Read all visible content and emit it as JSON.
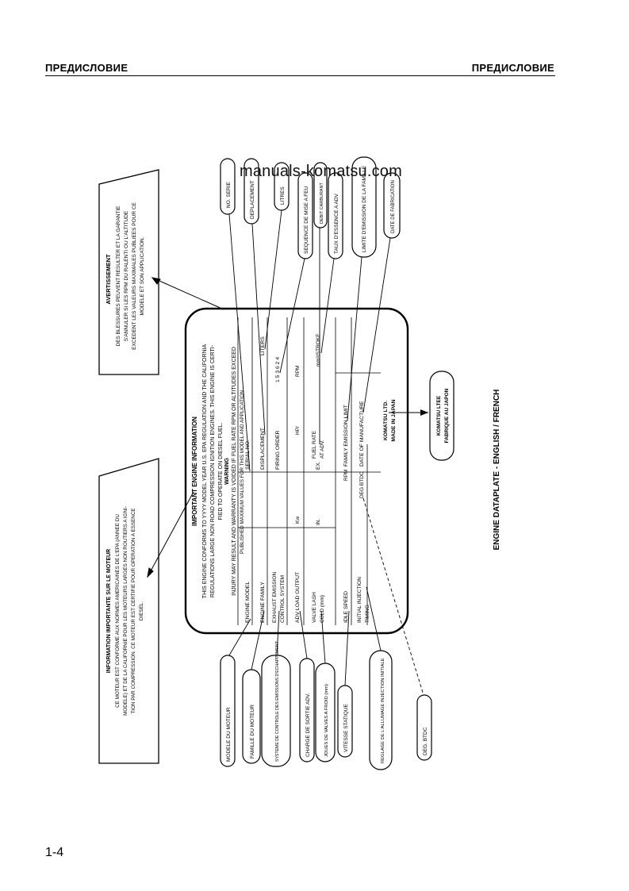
{
  "header": {
    "left": "ПРЕДИСЛОВИЕ",
    "right": "ПРЕДИСЛОВИЕ"
  },
  "watermark": "manuals-komatsu.com",
  "page_number": "1-4",
  "figure_caption": "ENGINE DATAPLATE - ENGLISH / FRENCH",
  "avertissement": {
    "title": "AVERTISSEMENT",
    "lines": [
      "DES BLESSURES PEUVENT RESULTER ET LA GARANTIE",
      "S'ANNULER SI LES RPM DU RALENTI OU L'ALTITUDE",
      "EXCEDENT LES VALEURS MAXIMALES PUBLIEES POUR CE",
      "MODELE ET SON APPLICATION."
    ]
  },
  "information": {
    "title": "INFORMATION IMPORTANTE SUR LE MOTEUR",
    "lines": [
      "CE MOTEUR EST CONFORME AUX NORMES AMERICAINES DE L'EPA (ANNEE DU",
      "MODELE) ET DE LA CALIFORNIE POUR LES MOTEURS LARGES NON ROUTIERS A IGNI-",
      "TION PAR COMPRESSION. CE MOTEUR EST CERTIFIE POUR OPERATION A ESSENCE",
      "DIESEL."
    ]
  },
  "plate": {
    "title": "IMPORTANT ENGINE INFORMATION",
    "intro": [
      "THIS ENGINE CONFORMS TO YYYY MODEL YEAR U.S. EPA REGULATION AND THE CALIFORNIA",
      "REGULATIONS LARGE NON ROAD COMPRESSION IGNITION ENGINES. THIS ENGINE IS CERTI-",
      "FIED TO OPERATE ON DIESEL FUEL."
    ],
    "warning_title": "WARNING",
    "warning": [
      "INJURY MAY RESULT AND WARRANTY IS VOIDED IF FUEL RATE RPM OR ALTITUDES EXCEED",
      "PUBLISHED MAXIMUM VALUES FOR THIS MODEL AND APPLICATION."
    ],
    "fields": {
      "engine_model": "ENGINE MODEL",
      "serial_no": "SERIAL NO.",
      "engine_family": "ENGINE FAMILY",
      "displacement": "DISPLACEMENT",
      "liters": "LITERS",
      "exhaust_emission": "EXHAUST EMISSION",
      "control_system": "CONTROL SYSTEM",
      "firing_order": "FIRING ORDER",
      "firing_values": "1 5 3 6 2 4",
      "adv_load_output": "ADV LOAD OUTPUT",
      "kw": "Kw",
      "hp": "HP/",
      "rpm": "RPM",
      "valve_lash": "VALVE LASH",
      "cold_mm": "COLD (mm)",
      "in": "IN.",
      "ex": "EX.",
      "fuel_rate": "FUEL RATE",
      "at_adv": "AT ADV.",
      "stroke": "mm³/STROKE",
      "idle_speed": "IDLE SPEED",
      "rpm2": "RPM",
      "family_emission_limit": "FAMILY EMISSION LIMIT",
      "initial_injection": "INITIAL INJECTION",
      "timing": "TIMING",
      "deg_btdc": "DEG BTDC",
      "date_of_manufacture": "DATE OF MANUFACTURE",
      "komatsu": "KOMATSU LTD.",
      "made_in_japan": "MADE IN JAPAN"
    }
  },
  "callouts_top": [
    "NO. SERIE",
    "DEPLACEMENT",
    "LITRES",
    "SEQUENCE DE MISE A FEU",
    "DEBIT CARBURANT",
    "TAUX D'ESSENCE A ADV",
    "LIMITE D'EMISSION DE LA FAMILLE",
    "DATE DE FABRICATION"
  ],
  "callouts_bottom": [
    "MODELE DU MOTEUR",
    "FAMILLE DU MOTEUR",
    "SYSTEME DE CONTROLE DES EMISSIONS D'ECHAPPEMENT",
    "CHARGE DE SORTIE ADV.",
    "JOUES DE VALVES A FROID (mm)",
    "VITESSE STATIQUE",
    "REGLAGE DE L'ALLUMAGE INJECTION INITIALE",
    "DEG. BTDC"
  ],
  "komatsu_callout": [
    "KOMATSU LTEE",
    "FABRIQUE AU JAPON"
  ]
}
